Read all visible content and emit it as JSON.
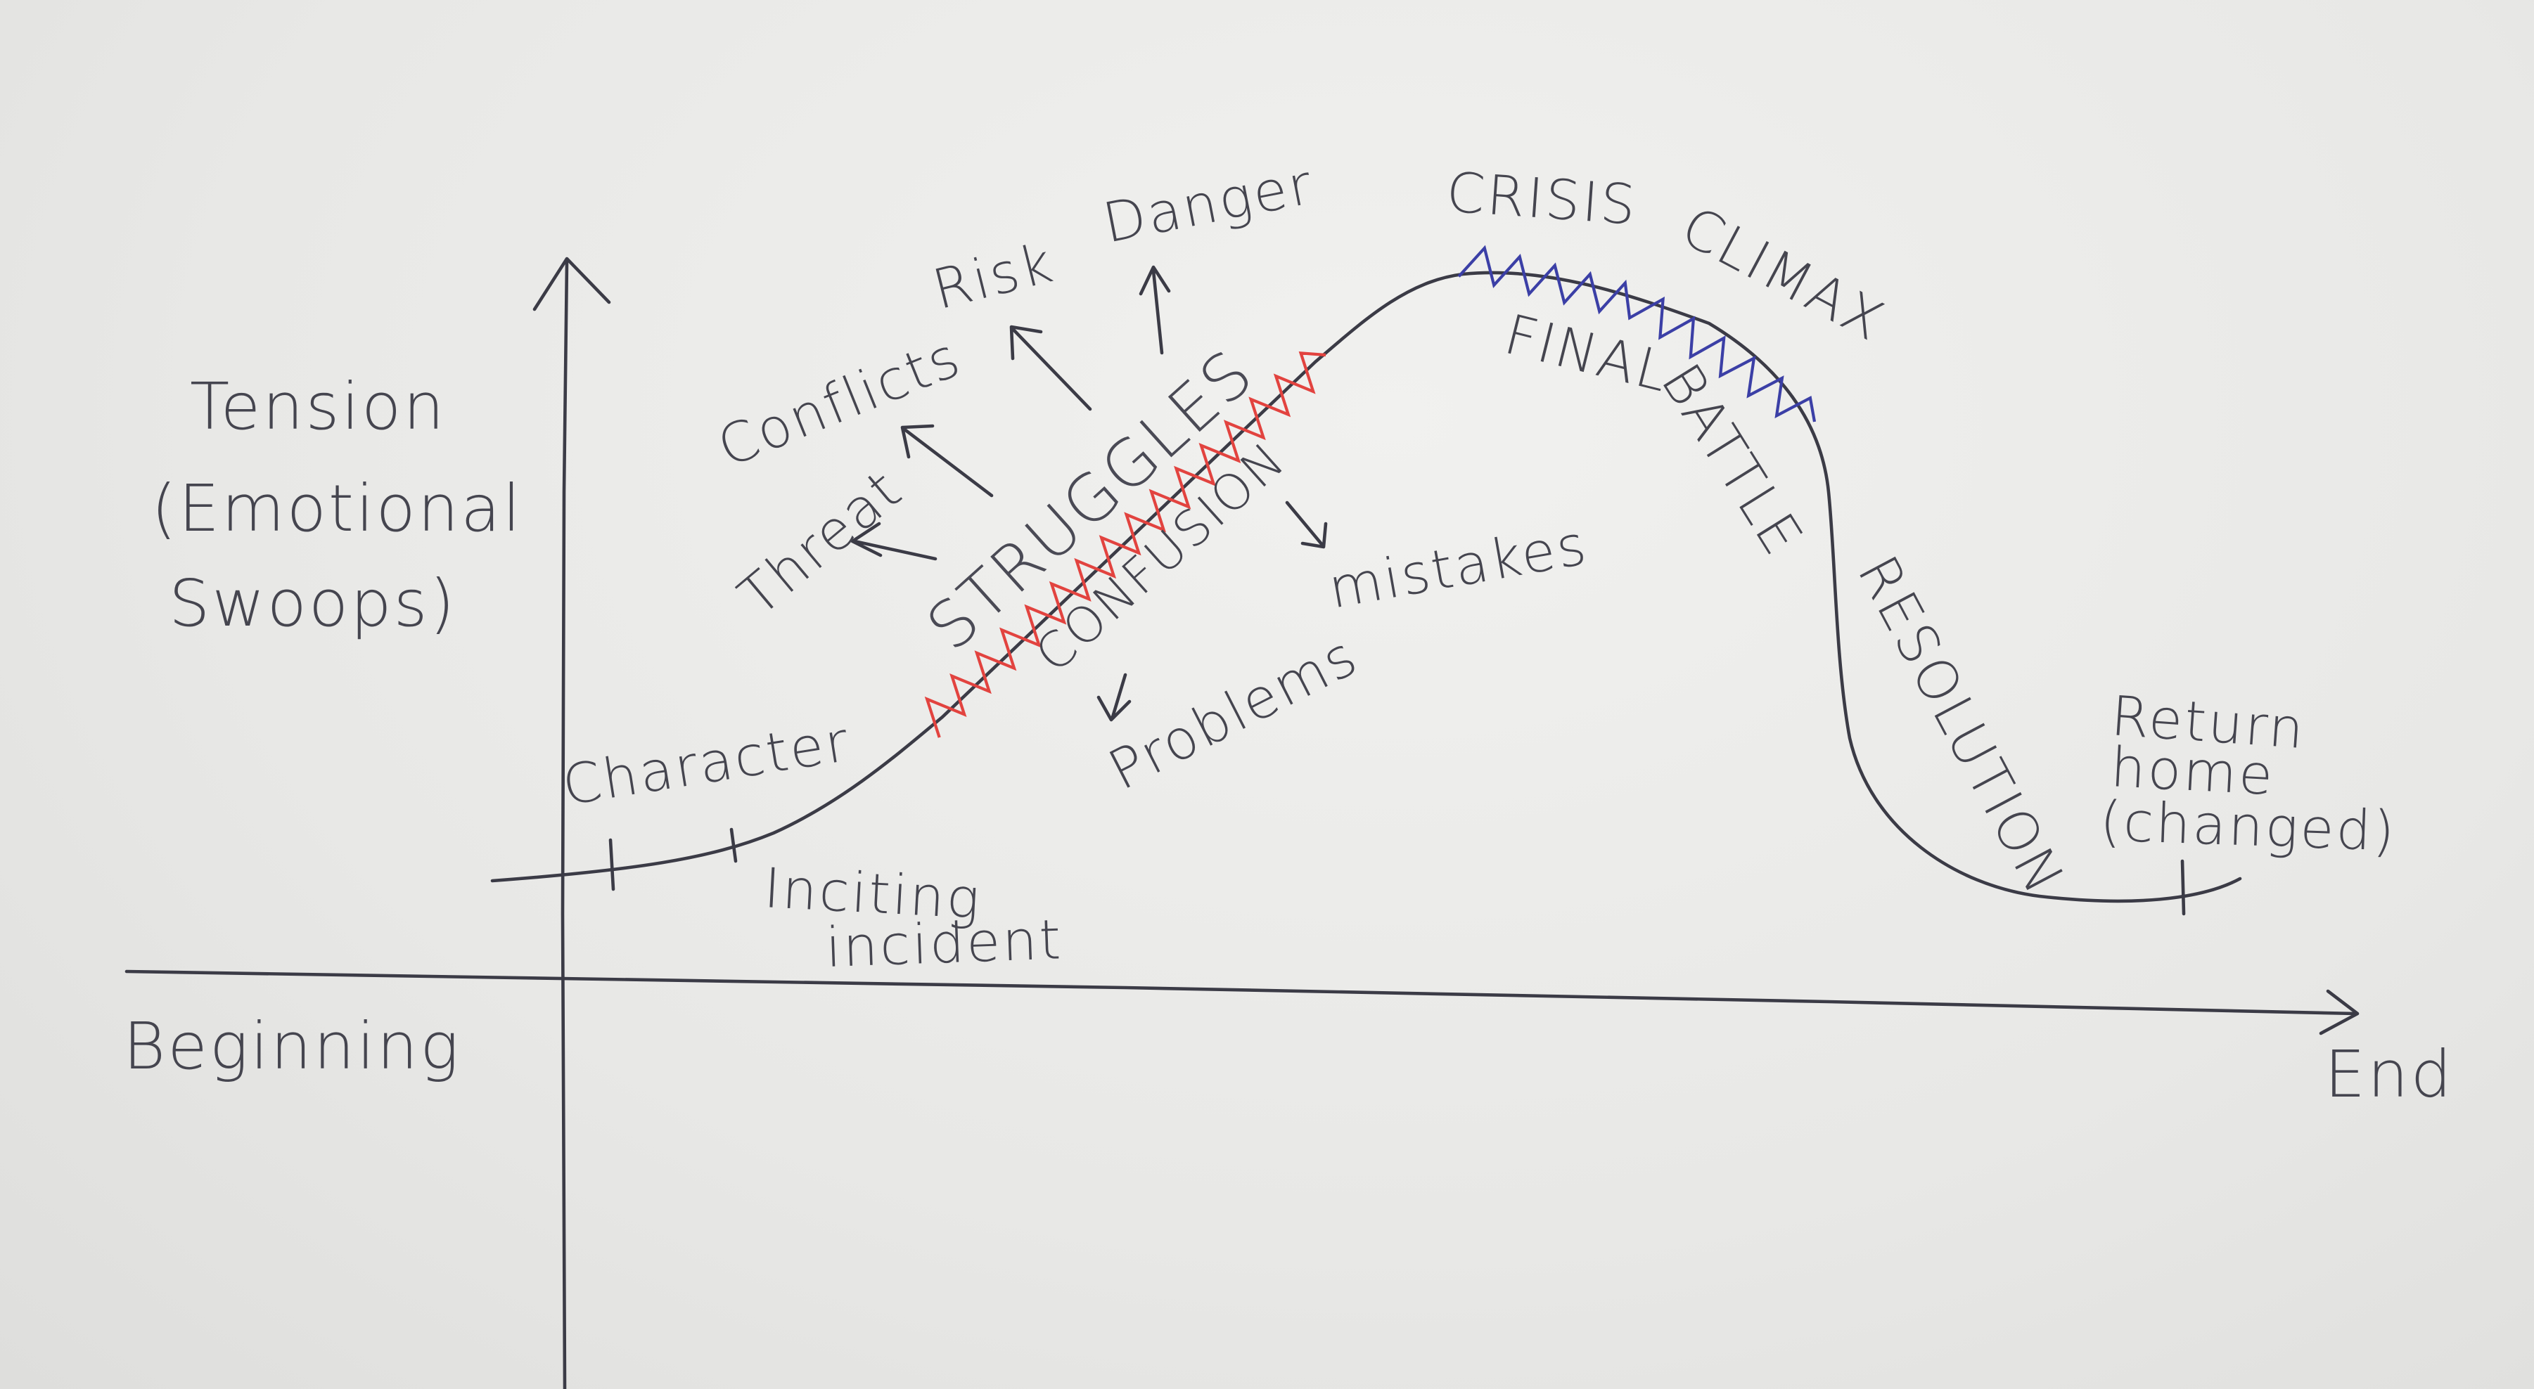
{
  "axes": {
    "y_label_line1": "Tension",
    "y_label_line2": "(Emotional",
    "y_label_line3": "Swoops)",
    "x_start_label": "Beginning",
    "x_end_label": "End"
  },
  "stages": {
    "character": "Character",
    "inciting_line1": "Inciting",
    "inciting_line2": "incident",
    "struggles": "STRUGGLES",
    "confusion": "CONFUSION",
    "crisis": "CRISIS",
    "climax": "CLIMAX",
    "final_battle_line1": "FINAL",
    "final_battle_line2": "BATTLE",
    "resolution": "RESOLUTION",
    "return_line1": "Return",
    "return_line2": "home",
    "return_line3": "(changed)"
  },
  "branches": {
    "threat": "Threat",
    "conflicts": "Conflicts",
    "risk": "Risk",
    "danger": "Danger",
    "mistakes": "mistakes",
    "problems": "Problems"
  },
  "colors": {
    "ink": "#3b3b46",
    "struggles_zigzag": "#e2433f",
    "climax_zigzag": "#3b3fa6",
    "paper": "#efefed"
  }
}
